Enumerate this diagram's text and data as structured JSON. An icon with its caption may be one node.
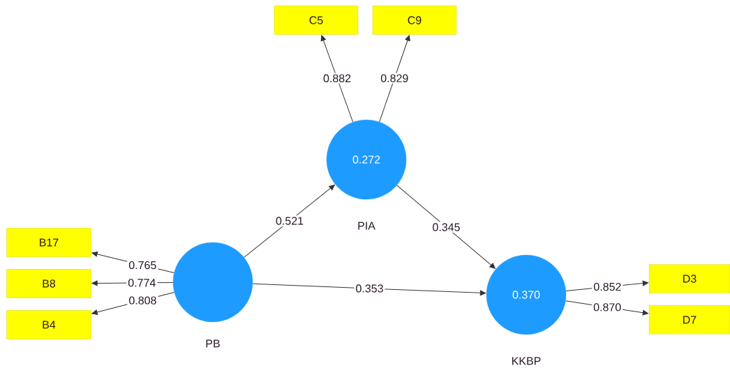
{
  "diagram": {
    "nodes": [
      {
        "text": [
          "C5"
        ]
      },
      {
        "text": [
          "C9"
        ]
      },
      {
        "text": [
          "0.272"
        ],
        "beside": [
          "PIA"
        ]
      },
      {
        "text": [
          "B17"
        ]
      },
      {
        "text": [],
        "shape": "circle",
        "beside": [
          "PB"
        ]
      },
      {
        "text": [
          "B8"
        ]
      },
      {
        "text": [
          "B4"
        ]
      },
      {
        "text": [
          "0.370"
        ],
        "beside": [
          "KKBP"
        ]
      },
      {
        "text": [
          "D3"
        ]
      },
      {
        "text": [
          "D7"
        ]
      }
    ],
    "edges": [
      {
        "from": 2,
        "to": 0,
        "arrow": "to",
        "label": "0.882"
      },
      {
        "from": 2,
        "to": 1,
        "arrow": "to",
        "label": "0.829"
      },
      {
        "from": 4,
        "to": 2,
        "arrow": "to",
        "label": "0.521"
      },
      {
        "from": 2,
        "to": 7,
        "arrow": "to",
        "label": "0.345"
      },
      {
        "from": 4,
        "to": 7,
        "arrow": "to",
        "label": "0.353"
      },
      {
        "from": 4,
        "to": 3,
        "arrow": "to",
        "label": "0.765"
      },
      {
        "from": 4,
        "to": 5,
        "arrow": "to",
        "label": "0.774"
      },
      {
        "from": 4,
        "to": 6,
        "arrow": "to",
        "label": "0.808"
      },
      {
        "from": 7,
        "to": 8,
        "arrow": "to",
        "label": "0.852"
      },
      {
        "from": 7,
        "to": 9,
        "arrow": "to",
        "label": "0.870"
      }
    ]
  }
}
